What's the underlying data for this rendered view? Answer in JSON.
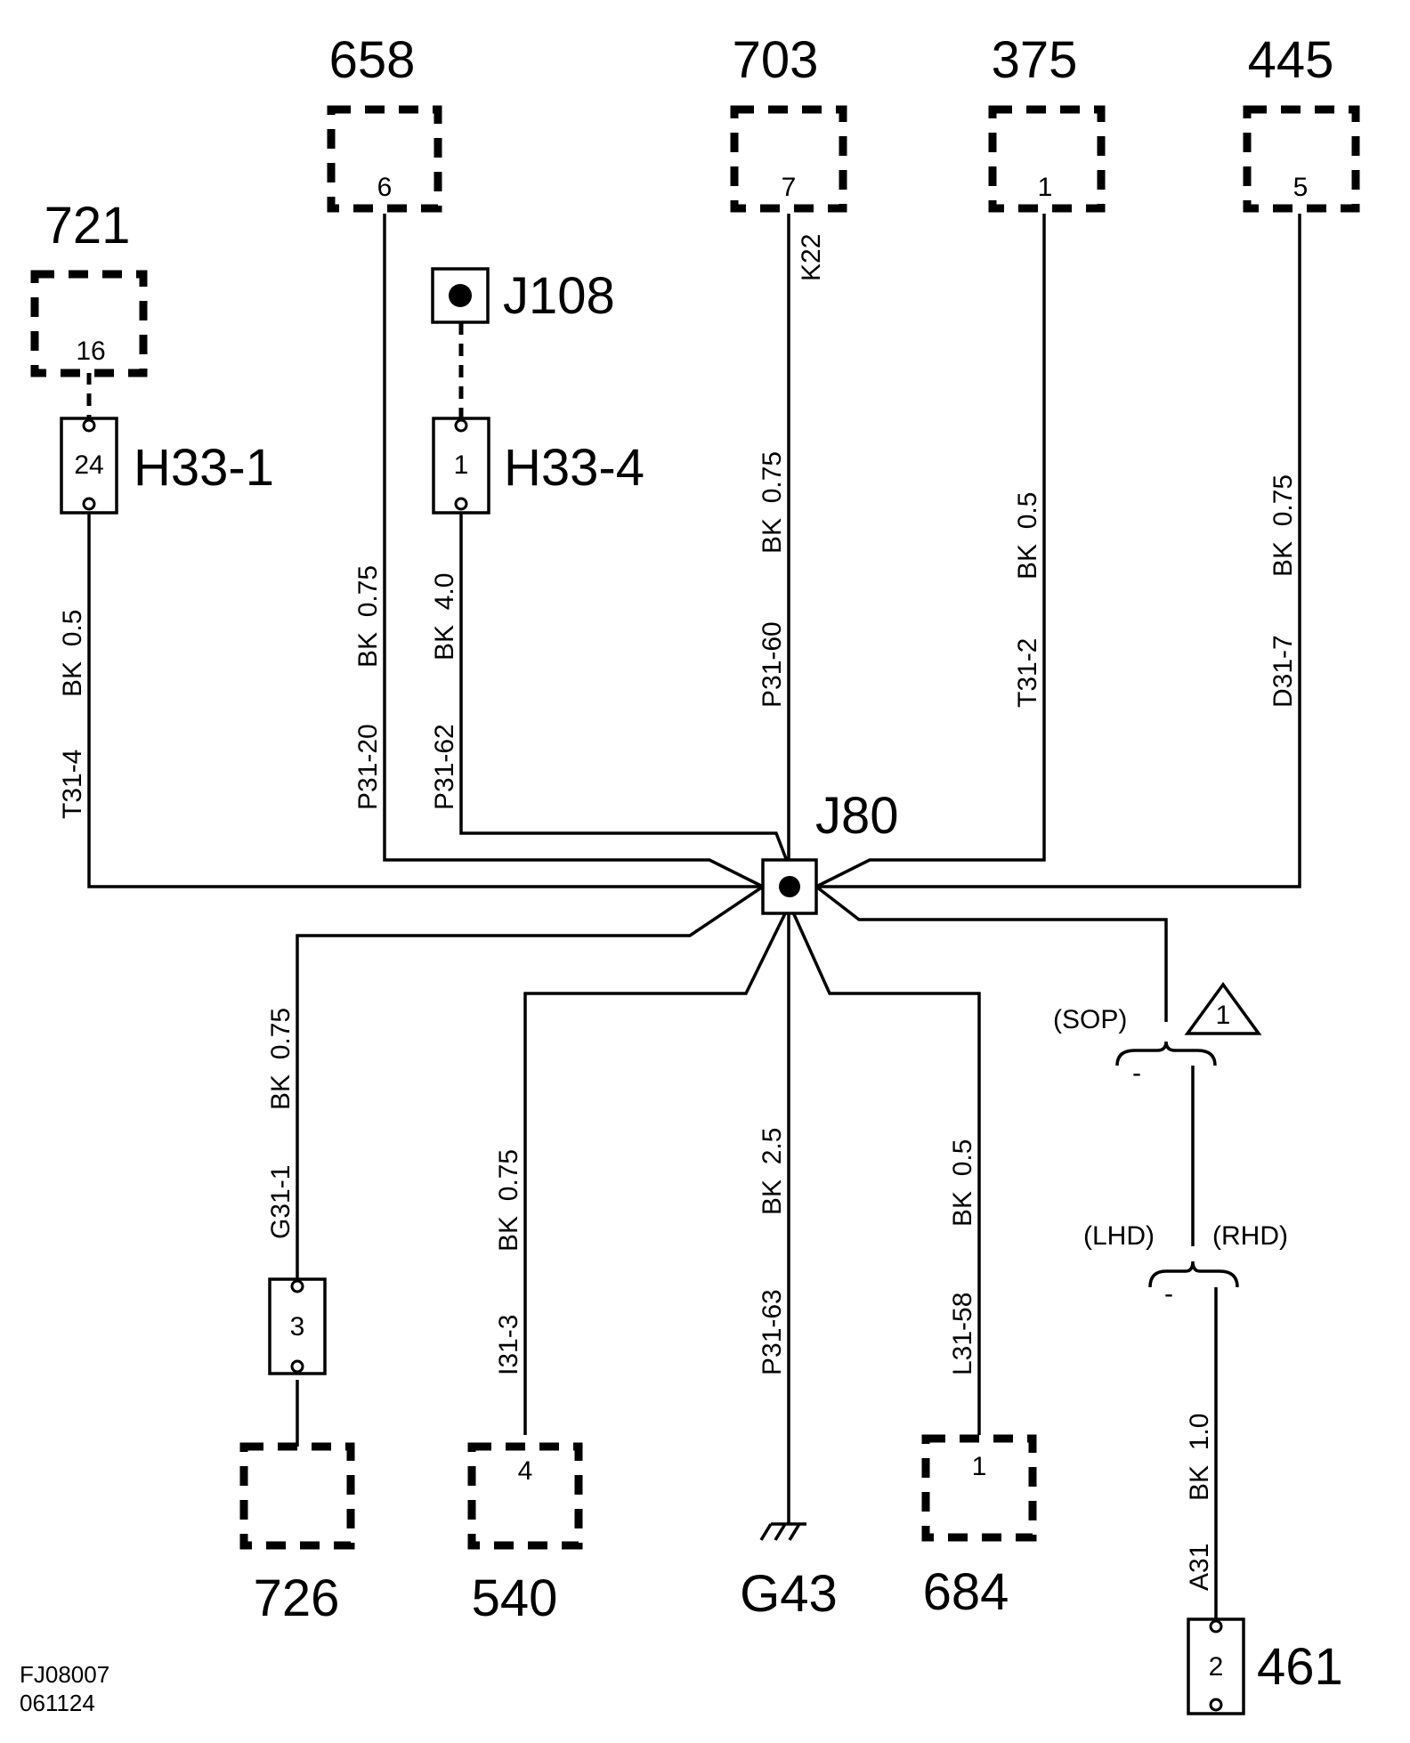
{
  "components": {
    "c658": {
      "number": "658",
      "pin": "6"
    },
    "c703": {
      "number": "703",
      "pin": "7"
    },
    "c375": {
      "number": "375",
      "pin": "1"
    },
    "c445": {
      "number": "445",
      "pin": "5"
    },
    "c721": {
      "number": "721",
      "pin": "16"
    },
    "c726": {
      "number": "726"
    },
    "c540": {
      "number": "540",
      "pin": "4"
    },
    "c684": {
      "number": "684",
      "pin": "1"
    },
    "c461": {
      "number": "461",
      "pin": "2"
    }
  },
  "connectors": {
    "h33_1": {
      "name": "H33-1",
      "pin": "24"
    },
    "h33_4": {
      "name": "H33-4",
      "pin": "1"
    },
    "j108": {
      "name": "J108"
    },
    "j80": {
      "name": "J80"
    },
    "c3": {
      "pin": "3"
    }
  },
  "ground": {
    "name": "G43"
  },
  "wires": {
    "t31_4": {
      "id": "T31-4",
      "spec": "BK  0.5"
    },
    "p31_20": {
      "id": "P31-20",
      "spec": "BK  0.75"
    },
    "p31_62": {
      "id": "P31-62",
      "spec": "BK  4.0"
    },
    "k22": {
      "id": "K22"
    },
    "p31_60": {
      "id": "P31-60",
      "spec": "BK  0.75"
    },
    "t31_2": {
      "id": "T31-2",
      "spec": "BK  0.5"
    },
    "d31_7": {
      "id": "D31-7",
      "spec": "BK  0.75"
    },
    "g31_1": {
      "id": "G31-1",
      "spec": "BK  0.75"
    },
    "i31_3": {
      "id": "I31-3",
      "spec": "BK  0.75"
    },
    "p31_63": {
      "id": "P31-63",
      "spec": "BK  2.5"
    },
    "l31_58": {
      "id": "L31-58",
      "spec": "BK  0.5"
    },
    "a31": {
      "id": "A31",
      "spec": "BK  1.0"
    }
  },
  "notes": {
    "sop": "(SOP)",
    "lhd": "(LHD)",
    "rhd": "(RHD)",
    "dash1": "-",
    "dash2": "-",
    "triangle": "1"
  },
  "footer": {
    "code": "FJ08007",
    "date": "061124"
  }
}
